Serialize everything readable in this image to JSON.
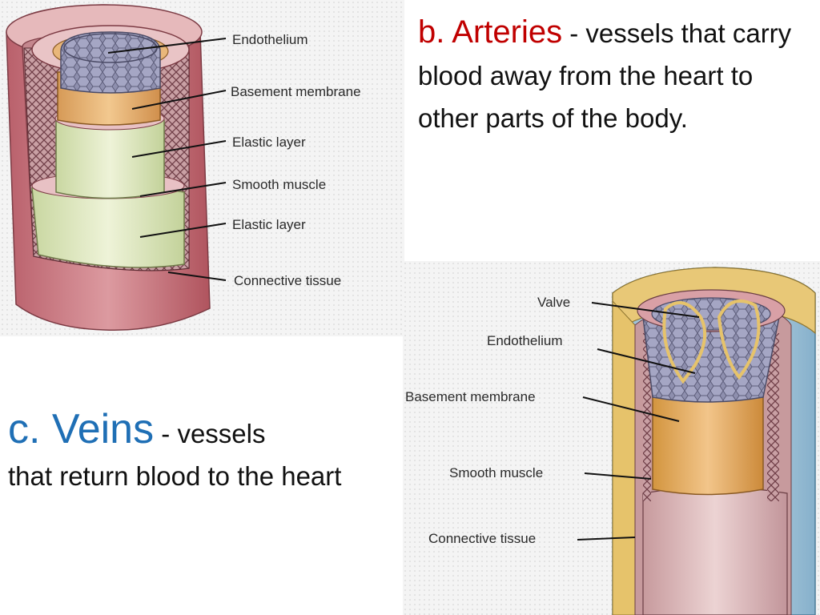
{
  "arteries": {
    "heading": "b. Arteries",
    "desc_first": "- vessels",
    "desc_rest": "that carry blood away from the heart to other parts of the body.",
    "labels": [
      "Endothelium",
      "Basement membrane",
      "Elastic layer",
      "Smooth muscle",
      "Elastic layer",
      "Connective tissue"
    ]
  },
  "veins": {
    "heading": "c. Veins",
    "desc_first": "- vessels",
    "desc_rest": "that return blood to the heart",
    "labels": [
      "Valve",
      "Endothelium",
      "Basement membrane",
      "Smooth muscle",
      "Connective tissue"
    ]
  },
  "colors": {
    "artery_heading": "#c00000",
    "vein_heading": "#1f6fb5",
    "connective_artery": "#c9757b",
    "connective_vein": "#a9cbe0",
    "muscle": "#e0b8b8",
    "elastic": "#dfe9c2",
    "basement": "#e8b070",
    "endothelium": "#9c9cb8"
  }
}
